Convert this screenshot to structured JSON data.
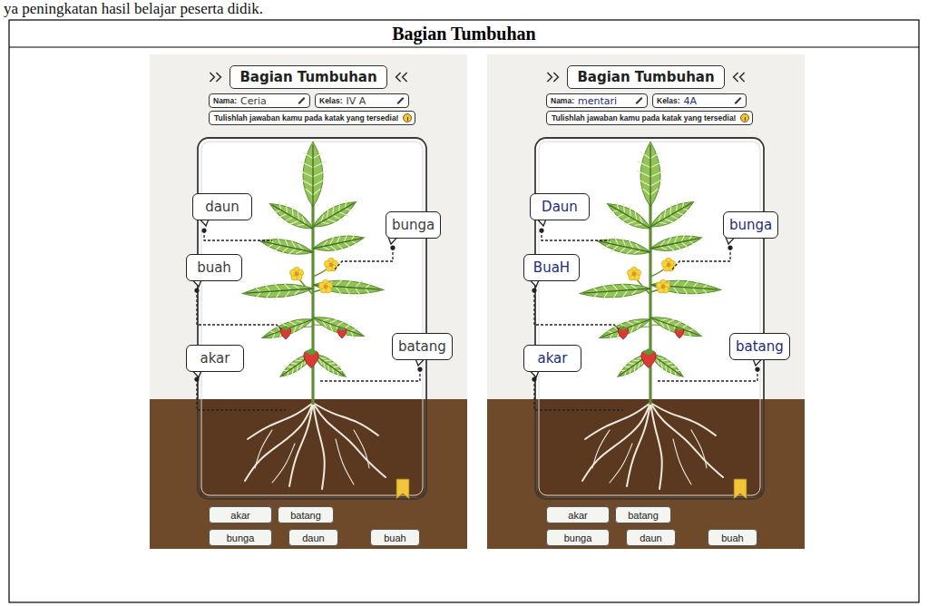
{
  "diagram": {
    "title": "Bagian Tumbuhan",
    "nodes": [
      {
        "text": [
          "Bagian Tumbuhan"
        ]
      },
      {
        "text": [
          "Nama:",
          "Ceria"
        ],
        "in": 0
      },
      {
        "text": [
          "Kelas:",
          "IV A"
        ],
        "in": 0
      },
      {
        "text": [
          "Tulishlah jawaban kamu pada katak yang tersedia!"
        ],
        "in": 0
      },
      {
        "text": [
          "daun"
        ],
        "in": 0
      },
      {
        "text": [
          "bunga"
        ],
        "in": 0
      },
      {
        "text": [
          "buah"
        ],
        "in": 0
      },
      {
        "text": [
          "akar"
        ],
        "in": 0
      },
      {
        "text": [
          "batang"
        ],
        "in": 0
      },
      {
        "text": [
          "akar"
        ],
        "in": 0
      },
      {
        "text": [
          "batang"
        ],
        "in": 0
      },
      {
        "text": [
          "bunga"
        ],
        "in": 0
      },
      {
        "text": [
          "daun"
        ],
        "in": 0
      },
      {
        "text": [
          "buah"
        ],
        "in": 0
      },
      {
        "text": [
          "Bagian Tumbuhan"
        ]
      },
      {
        "text": [
          "Nama:",
          "mentari"
        ],
        "in": 14
      },
      {
        "text": [
          "Kelas:",
          "4A"
        ],
        "in": 14
      },
      {
        "text": [
          "Tulishlah jawaban kamu pada katak yang tersedia!"
        ],
        "in": 14
      },
      {
        "text": [
          "Daun"
        ],
        "in": 14
      },
      {
        "text": [
          "bunga"
        ],
        "in": 14
      },
      {
        "text": [
          "BuaH"
        ],
        "in": 14
      },
      {
        "text": [
          "akar"
        ],
        "in": 14
      },
      {
        "text": [
          "batang"
        ],
        "in": 14
      },
      {
        "text": [
          "akar"
        ],
        "in": 14
      },
      {
        "text": [
          "batang"
        ],
        "in": 14
      },
      {
        "text": [
          "bunga"
        ],
        "in": 14
      },
      {
        "text": [
          "daun"
        ],
        "in": 14
      },
      {
        "text": [
          "buah"
        ],
        "in": 14
      }
    ],
    "labels": [
      "ya peningkatan hasil belajar peserta didik."
    ]
  }
}
